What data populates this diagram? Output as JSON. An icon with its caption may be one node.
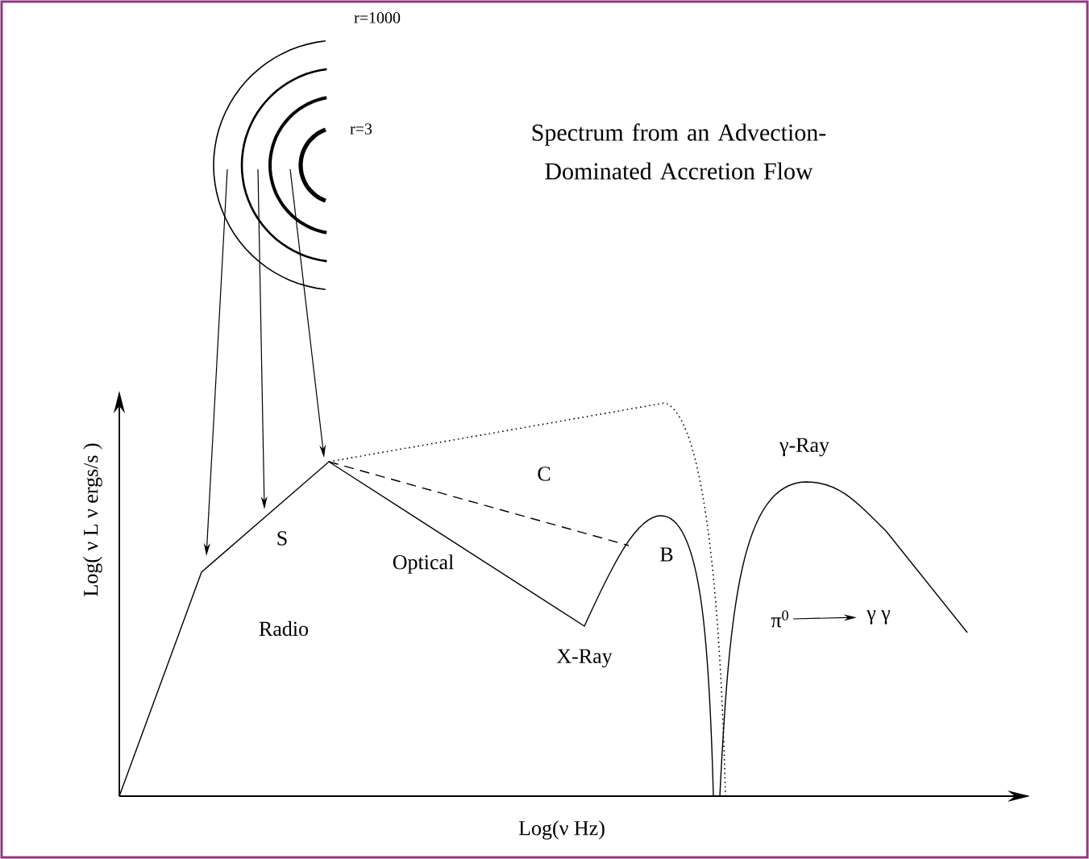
{
  "diagram": {
    "title": "Spectrum from an Advection-Dominated Accretion Flow",
    "nodes": [
      {
        "text": [],
        "shape": "picture"
      },
      {
        "text": [
          "π$^{0}$"
        ]
      },
      {
        "text": [
          "γ γ"
        ]
      }
    ],
    "edges": [
      {
        "from": 0,
        "to": null,
        "arrow": "to"
      },
      {
        "from": 0,
        "to": null,
        "arrow": "to"
      },
      {
        "from": 0,
        "to": null,
        "arrow": "to"
      },
      {
        "from": 1,
        "to": 2,
        "arrow": "to"
      }
    ],
    "labels": [
      "r=1000",
      "r=3",
      "γ-Ray",
      "C",
      "S",
      "B",
      "Optical",
      "Radio",
      "X-Ray",
      "Log( ν L ν ergs/s )",
      "Log(ν Hz)"
    ]
  }
}
